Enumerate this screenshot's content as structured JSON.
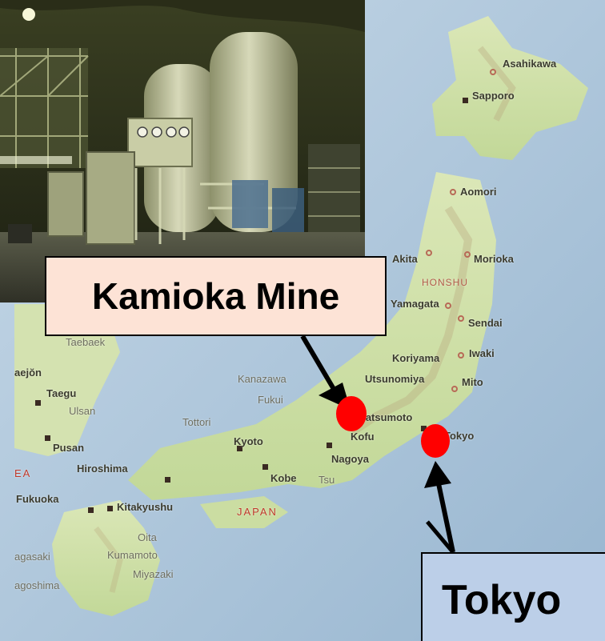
{
  "callouts": {
    "kamioka": "Kamioka Mine",
    "tokyo": "Tokyo"
  },
  "map": {
    "country": "JAPAN",
    "region": "HONSHU",
    "places": {
      "asahikawa": "Asahikawa",
      "sapporo": "Sapporo",
      "aomori": "Aomori",
      "akita": "Akita",
      "morioka": "Morioka",
      "yamagata": "Yamagata",
      "sendai": "Sendai",
      "koriyama": "Koriyama",
      "iwaki": "Iwaki",
      "utsunomiya": "Utsunomiya",
      "mito": "Mito",
      "kanazawa": "Kanazawa",
      "fukui": "Fukui",
      "matsumoto": "Matsumoto",
      "kofu": "Kofu",
      "tokyo": "Tokyo",
      "tottori": "Tottori",
      "kyoto": "Kyoto",
      "nagoya": "Nagoya",
      "kobe": "Kobe",
      "tsu": "Tsu",
      "hiroshima": "Hiroshima",
      "kitakyushu": "Kitakyushu",
      "fukuoka": "Fukuoka",
      "oita": "Oita",
      "kumamoto": "Kumamoto",
      "miyazaki": "Miyazaki",
      "nagasaki": "agasaki",
      "kagoshima": "agoshima",
      "pusan": "Pusan",
      "taegu": "Taegu",
      "ulsan": "Ulsan",
      "taebaek": "Taebaek",
      "chongju": "aejŏn",
      "korea": "EA"
    }
  },
  "colors": {
    "marker": "#ff0000",
    "kamioka_box": "#fde3d6",
    "tokyo_box": "#bccfe8",
    "sea": "#a9c4da",
    "land_green": "#cfe0a9"
  }
}
